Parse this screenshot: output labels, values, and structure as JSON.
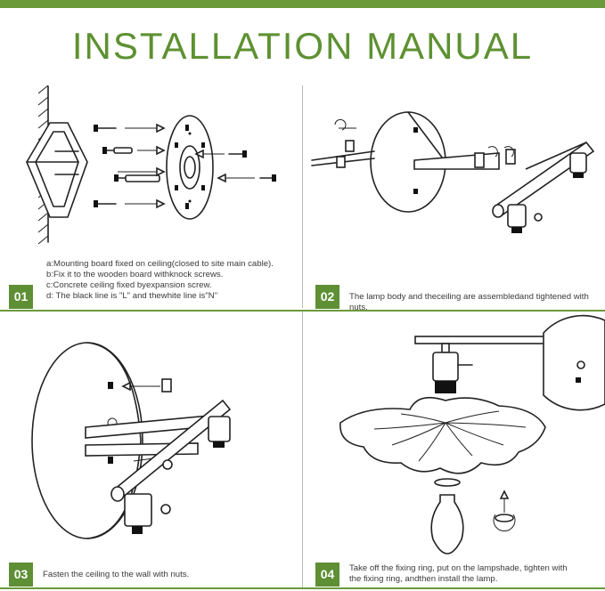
{
  "header": {
    "title": "INSTALLATION MANUAL"
  },
  "steps": [
    {
      "number": "01",
      "lines": [
        "a:Mounting board fixed on ceiling(closed to site main cable).",
        "b:Fix it to the wooden board withknock screws.",
        "c:Concrete ceiling fixed byexpansion screw.",
        "d: The black line is \"L\" and thewhite line is\"N\""
      ]
    },
    {
      "number": "02",
      "lines": [
        "The lamp body and theceiling are assembledand tightened with nuts."
      ]
    },
    {
      "number": "03",
      "lines": [
        "Fasten the ceiling to the wall with nuts."
      ]
    },
    {
      "number": "04",
      "lines": [
        "Take off the fixing ring, put on the lampshade, tighten with",
        "the fixing ring, andthen install the lamp."
      ]
    }
  ],
  "colors": {
    "accent": "#5e9132",
    "badge": "#5e8f34",
    "divider": "#6a9a3a"
  }
}
